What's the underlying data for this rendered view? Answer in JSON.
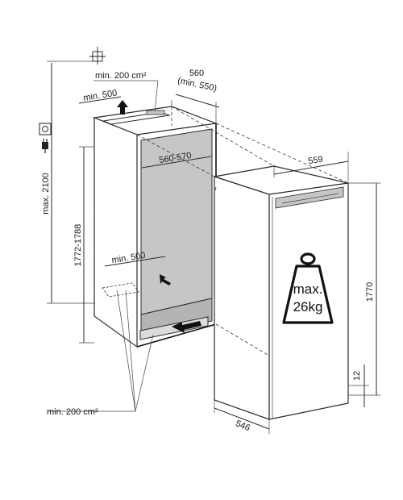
{
  "labels": {
    "min_200_top": "min. 200 cm²",
    "min_500_top": "min. 500",
    "width_560": "560",
    "width_min_550": "(min. 550)",
    "max_2100": "max. 2100",
    "height_1772_1788": "1772-1788",
    "inner_560_570": "560-570",
    "min_500_bottom": "min. 500",
    "min_200_bottom": "min. 200 cm²",
    "depth_559": "559",
    "height_1770": "1770",
    "gap_12": "12",
    "depth_546": "546",
    "weight_line1": "max.",
    "weight_line2": "26kg"
  },
  "icons": {
    "grid": "crosshair-grid-icon",
    "socket": "power-socket-icon",
    "plug": "power-plug-icon",
    "weight": "weight-icon"
  },
  "colors": {
    "niche_interior": "#c6c6c6",
    "niche_inner_back": "#9e9e9e",
    "appliance": "#ffffff",
    "line": "#2a2a2a"
  }
}
